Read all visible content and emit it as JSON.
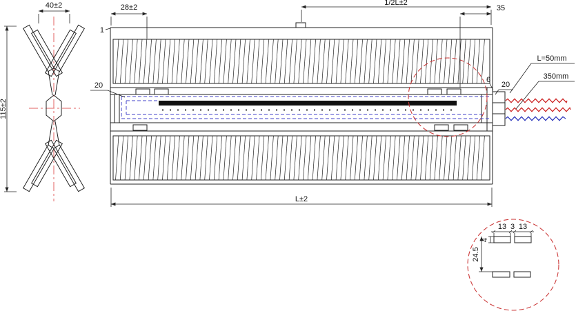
{
  "drawing": {
    "end_view": {
      "width": "40±2",
      "height": "115±2"
    },
    "main_view": {
      "wall": "1",
      "left_offset": "28±2",
      "half_length": "1/2L±2",
      "right_offset": "35",
      "lead_left": "20",
      "gap": "6",
      "lead_right": "20",
      "total_length": "L±2",
      "wire_tail": "L=50mm",
      "wire_lead": "350mm"
    },
    "detail_view": {
      "d13a": "13",
      "d3": "3",
      "d13b": "13",
      "d4": "4",
      "d245": "24.5"
    },
    "colors": {
      "line": "#222222",
      "center_red": "#e06060",
      "circle_red": "#cc3b3b",
      "element_blue": "#4343c8",
      "wire_red": "#cc2222",
      "wire_blue": "#2a35bb"
    }
  }
}
